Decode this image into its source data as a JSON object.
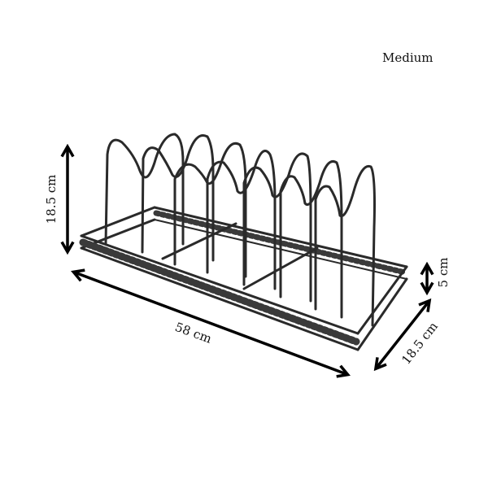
{
  "size_label": "Medium",
  "dimensions": {
    "height": "18.5 cm",
    "length": "58 cm",
    "rail_height": "5 cm",
    "depth": "18.5 cm"
  },
  "colors": {
    "rack": "#2a2a2a",
    "arrow": "#000000",
    "background": "#ffffff"
  }
}
